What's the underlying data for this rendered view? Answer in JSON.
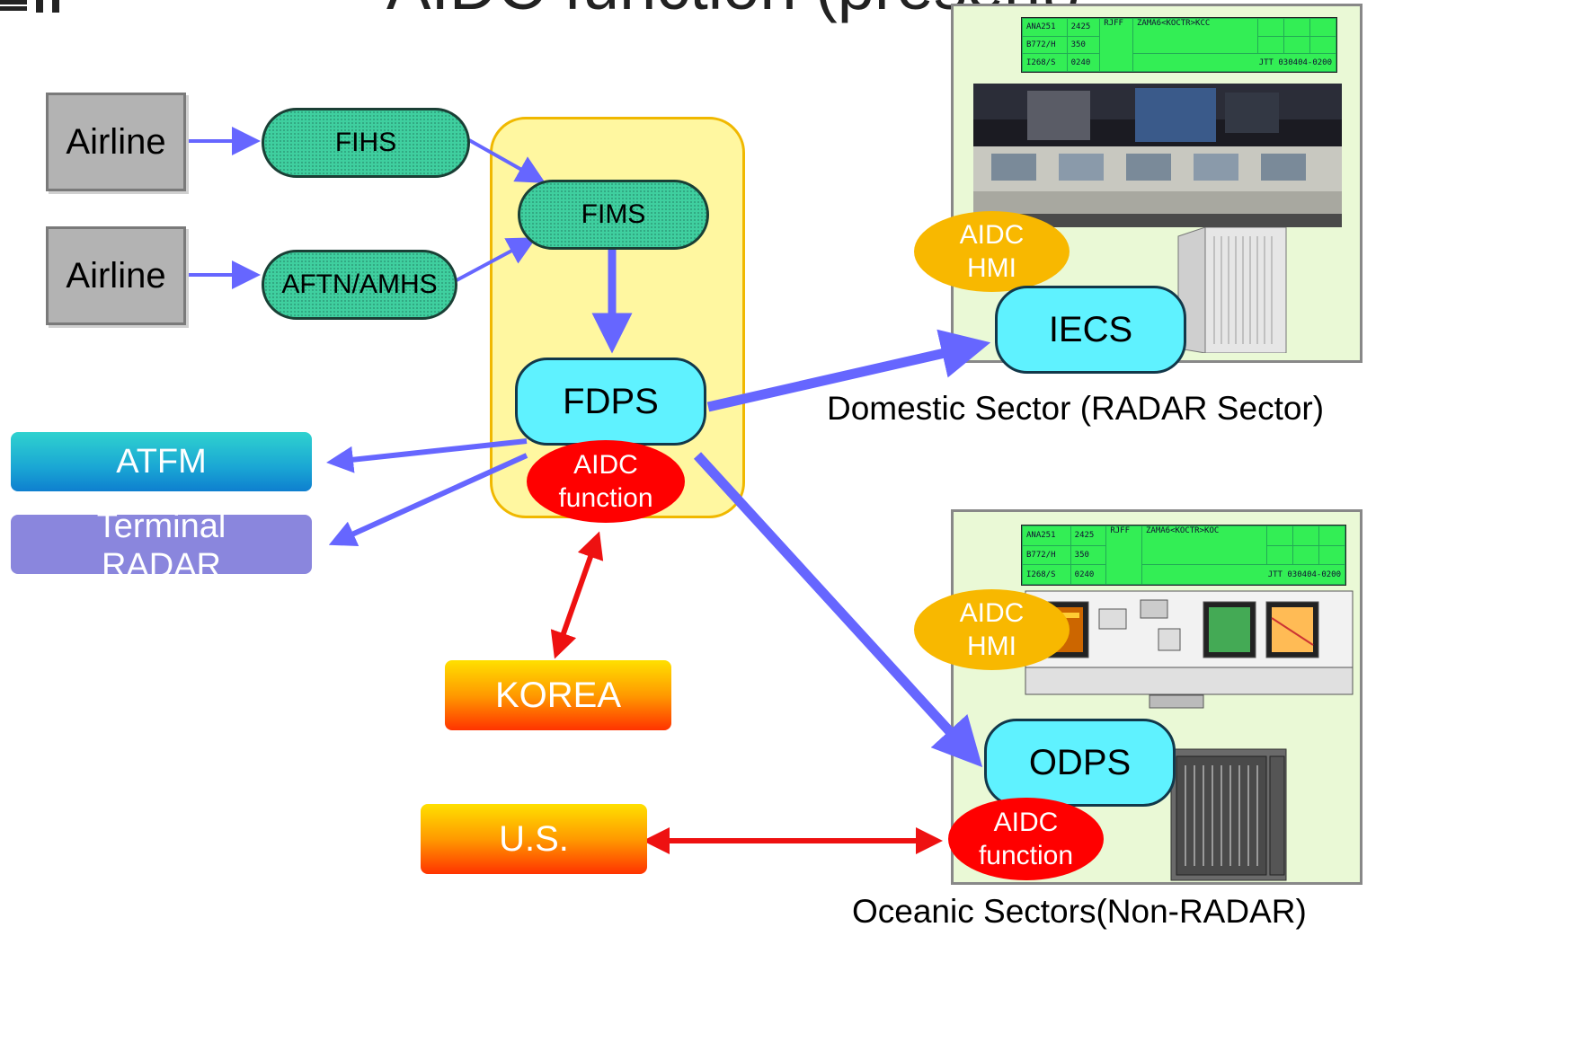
{
  "title": "AIDC function (present)",
  "colors": {
    "arrow_blue": "#6666ff",
    "arrow_red": "#ee1111",
    "fdps_group": "#fff7a0"
  },
  "sources": [
    {
      "label": "Airline"
    },
    {
      "label": "Airline"
    }
  ],
  "nodes": {
    "fihs": "FIHS",
    "aftn": "AFTN/AMHS",
    "fims": "FIMS",
    "fdps": "FDPS",
    "fdps_aidc_line1": "AIDC",
    "fdps_aidc_line2": "function",
    "atfm": "ATFM",
    "terminal_line1": "Terminal",
    "terminal_line2": "RADAR",
    "korea": "KOREA",
    "us": "U.S."
  },
  "domestic": {
    "strip": {
      "row1": [
        "ANA251",
        "2425",
        "RJFF",
        "ZAMA6<KOCTR>KCC"
      ],
      "row2": [
        "B772/H",
        "350"
      ],
      "row3": [
        "I268/S",
        "0240",
        "JTT 030404-0200"
      ]
    },
    "hmi_line1": "AIDC",
    "hmi_line2": "HMI",
    "system": "IECS",
    "caption": "Domestic Sector (RADAR Sector)"
  },
  "oceanic": {
    "strip": {
      "row1": [
        "ANA251",
        "2425",
        "RJFF",
        "ZAMA6<KOCTR>KOC"
      ],
      "row2": [
        "B772/H",
        "350"
      ],
      "row3": [
        "I268/S",
        "0240",
        "JTT 030404-0200"
      ]
    },
    "hmi_line1": "AIDC",
    "hmi_line2": "HMI",
    "system": "ODPS",
    "aidc_line1": "AIDC",
    "aidc_line2": "function",
    "caption": "Oceanic Sectors(Non-RADAR)"
  }
}
